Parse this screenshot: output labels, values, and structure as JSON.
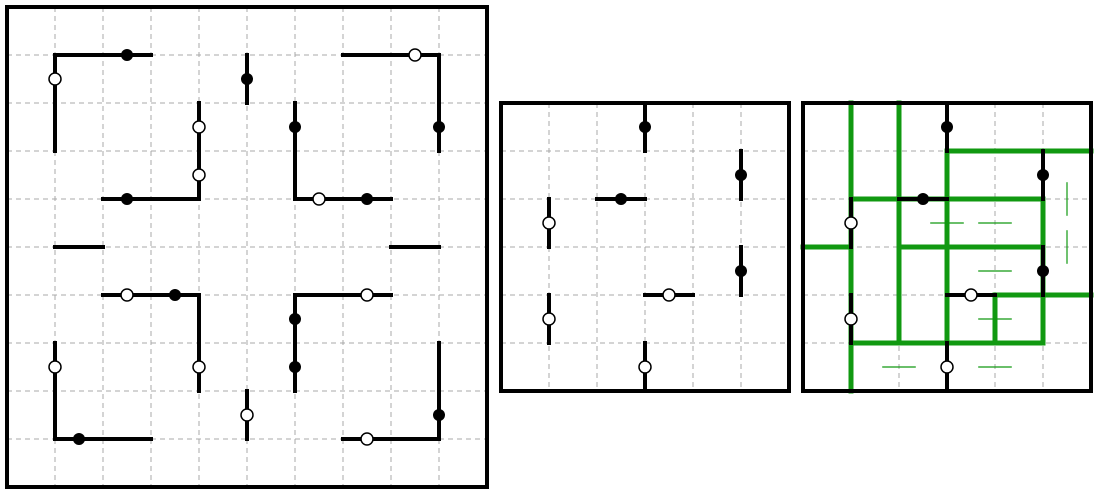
{
  "colors": {
    "background": "#ffffff",
    "grid": "#a8a8a8",
    "border": "#000000",
    "wall": "#000000",
    "black_dot": "#000000",
    "white_dot_fill": "#ffffff",
    "region": "#119911",
    "mark": "#119911"
  },
  "puzzles": [
    {
      "id": "large",
      "cols": 10,
      "rows": 10,
      "walls": [
        [
          1,
          1,
          3,
          1
        ],
        [
          1,
          1,
          1,
          3
        ],
        [
          5,
          1,
          5,
          2
        ],
        [
          7,
          1,
          9,
          1
        ],
        [
          9,
          1,
          9,
          3
        ],
        [
          4,
          2,
          4,
          4
        ],
        [
          2,
          4,
          4,
          4
        ],
        [
          6,
          2,
          6,
          4
        ],
        [
          6,
          4,
          8,
          4
        ],
        [
          1,
          5,
          2,
          5
        ],
        [
          8,
          5,
          9,
          5
        ],
        [
          2,
          6,
          4,
          6
        ],
        [
          4,
          6,
          4,
          8
        ],
        [
          6,
          6,
          8,
          6
        ],
        [
          6,
          6,
          6,
          8
        ],
        [
          1,
          7,
          1,
          9
        ],
        [
          1,
          9,
          3,
          9
        ],
        [
          5,
          8,
          5,
          9
        ],
        [
          9,
          7,
          9,
          9
        ],
        [
          7,
          9,
          9,
          9
        ]
      ],
      "black_dots": [
        [
          2.5,
          1
        ],
        [
          5,
          1.5
        ],
        [
          9,
          2.5
        ],
        [
          6,
          2.5
        ],
        [
          2.5,
          4
        ],
        [
          7.5,
          4
        ],
        [
          3.5,
          6
        ],
        [
          6,
          6.5
        ],
        [
          6,
          7.5
        ],
        [
          9,
          8.5
        ],
        [
          1.5,
          9
        ]
      ],
      "white_dots": [
        [
          8.5,
          1
        ],
        [
          1,
          1.5
        ],
        [
          4,
          2.5
        ],
        [
          4,
          3.5
        ],
        [
          6.5,
          4
        ],
        [
          2.5,
          6
        ],
        [
          7.5,
          6
        ],
        [
          1,
          7.5
        ],
        [
          4,
          7.5
        ],
        [
          5,
          8.5
        ],
        [
          7.5,
          9
        ]
      ],
      "regions": [],
      "marks": []
    },
    {
      "id": "small",
      "cols": 6,
      "rows": 6,
      "walls": [
        [
          3,
          0,
          3,
          1
        ],
        [
          5,
          1,
          5,
          2
        ],
        [
          1,
          2,
          1,
          3
        ],
        [
          2,
          2,
          3,
          2
        ],
        [
          5,
          3,
          5,
          4
        ],
        [
          1,
          4,
          1,
          5
        ],
        [
          3,
          4,
          4,
          4
        ],
        [
          3,
          5,
          3,
          6
        ]
      ],
      "black_dots": [
        [
          3,
          0.5
        ],
        [
          5,
          1.5
        ],
        [
          2.5,
          2
        ],
        [
          5,
          3.5
        ]
      ],
      "white_dots": [
        [
          1,
          2.5
        ],
        [
          3.5,
          4
        ],
        [
          1,
          4.5
        ],
        [
          3,
          5.5
        ]
      ],
      "regions": [],
      "marks": []
    },
    {
      "id": "solution",
      "cols": 6,
      "rows": 6,
      "walls": [
        [
          3,
          0,
          3,
          1
        ],
        [
          5,
          1,
          5,
          2
        ],
        [
          1,
          2,
          1,
          3
        ],
        [
          2,
          2,
          3,
          2
        ],
        [
          5,
          3,
          5,
          4
        ],
        [
          1,
          4,
          1,
          5
        ],
        [
          3,
          4,
          4,
          4
        ],
        [
          3,
          5,
          3,
          6
        ]
      ],
      "black_dots": [
        [
          3,
          0.5
        ],
        [
          5,
          1.5
        ],
        [
          2.5,
          2
        ],
        [
          5,
          3.5
        ]
      ],
      "white_dots": [
        [
          1,
          2.5
        ],
        [
          3.5,
          4
        ],
        [
          1,
          4.5
        ],
        [
          3,
          5.5
        ]
      ],
      "regions": [
        [
          1,
          0,
          1,
          6
        ],
        [
          2,
          0,
          2,
          5
        ],
        [
          3,
          1,
          6,
          1
        ],
        [
          1,
          2,
          5,
          2
        ],
        [
          5,
          2,
          5,
          5
        ],
        [
          0,
          3,
          1,
          3
        ],
        [
          2,
          3,
          5,
          3
        ],
        [
          3,
          1,
          3,
          5
        ],
        [
          4,
          4,
          6,
          4
        ],
        [
          4,
          4,
          4,
          5
        ],
        [
          1,
          5,
          5,
          5
        ],
        [
          1,
          2,
          1,
          3
        ]
      ],
      "marks": [
        [
          2.65,
          2.5,
          3.35,
          2.5
        ],
        [
          3.65,
          2.5,
          4.35,
          2.5
        ],
        [
          5.5,
          1.65,
          5.5,
          2.35
        ],
        [
          5.5,
          2.65,
          5.5,
          3.35
        ],
        [
          3.65,
          3.5,
          4.35,
          3.5
        ],
        [
          3.65,
          4.5,
          4.35,
          4.5
        ],
        [
          1.65,
          5.5,
          2.35,
          5.5
        ],
        [
          3.65,
          5.5,
          4.35,
          5.5
        ]
      ]
    }
  ]
}
